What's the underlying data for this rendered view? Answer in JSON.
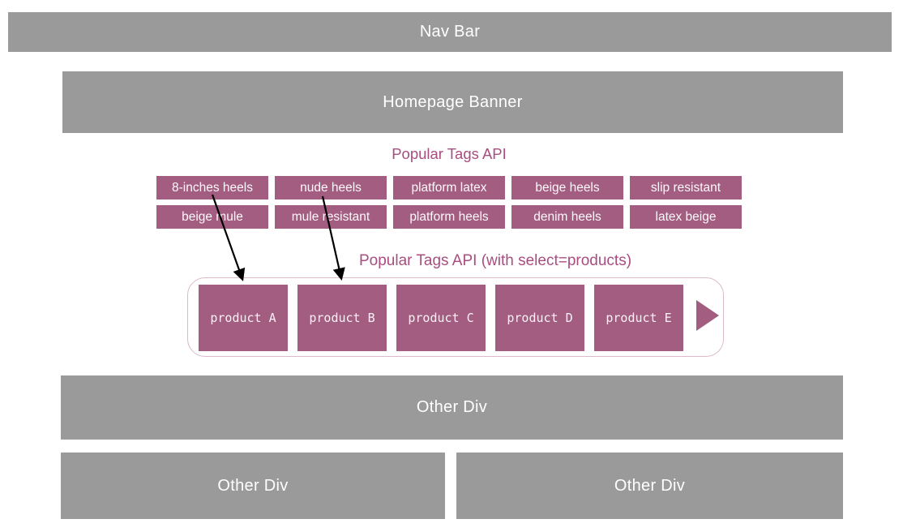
{
  "nav_bar": {
    "label": "Nav Bar"
  },
  "banner": {
    "label": "Homepage Banner"
  },
  "tags_section": {
    "title": "Popular Tags API",
    "rows": [
      [
        "8-inches heels",
        "nude heels",
        "platform latex",
        "beige heels",
        "slip resistant"
      ],
      [
        "beige mule",
        "mule resistant",
        "platform heels",
        "denim heels",
        "latex beige"
      ]
    ]
  },
  "products_section": {
    "title": "Popular Tags API (with select=products)",
    "products": [
      "product A",
      "product B",
      "product C",
      "product D",
      "product E"
    ],
    "next_icon": "right-triangle"
  },
  "arrows": [
    {
      "from": "8-inches heels",
      "to": "product A"
    },
    {
      "from": "nude heels",
      "to": "product B"
    }
  ],
  "other_divs": {
    "full": "Other Div",
    "bottom_left": "Other Div",
    "bottom_right": "Other Div"
  },
  "colors": {
    "gray": "#9a9a9a",
    "tag": "#a35d80",
    "title": "#a84d80",
    "container_border": "#dbb9ca",
    "arrow": "#000000"
  }
}
